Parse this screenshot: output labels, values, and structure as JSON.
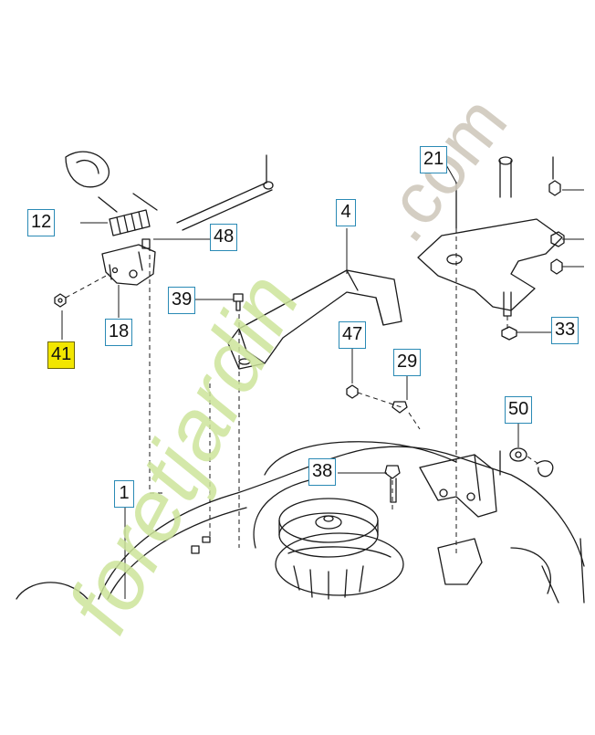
{
  "callouts": [
    {
      "id": "c12",
      "label": "12"
    },
    {
      "id": "c48",
      "label": "48"
    },
    {
      "id": "c18",
      "label": "18"
    },
    {
      "id": "c41",
      "label": "41",
      "highlight": true
    },
    {
      "id": "c39",
      "label": "39"
    },
    {
      "id": "c4",
      "label": "4"
    },
    {
      "id": "c47",
      "label": "47"
    },
    {
      "id": "c29",
      "label": "29"
    },
    {
      "id": "c21",
      "label": "21"
    },
    {
      "id": "c33",
      "label": "33"
    },
    {
      "id": "c50",
      "label": "50"
    },
    {
      "id": "c38",
      "label": "38"
    },
    {
      "id": "c1",
      "label": "1"
    }
  ],
  "watermark": {
    "text_main": "foretjardin",
    "text_suffix": ".com"
  },
  "colors": {
    "line": "#1a1a1a",
    "callout_border": "#2a8ab5",
    "highlight": "#f2e600",
    "watermark_green": "#cde49a",
    "watermark_orange": "#f3b25b",
    "watermark_grey": "#cfc9bc"
  }
}
